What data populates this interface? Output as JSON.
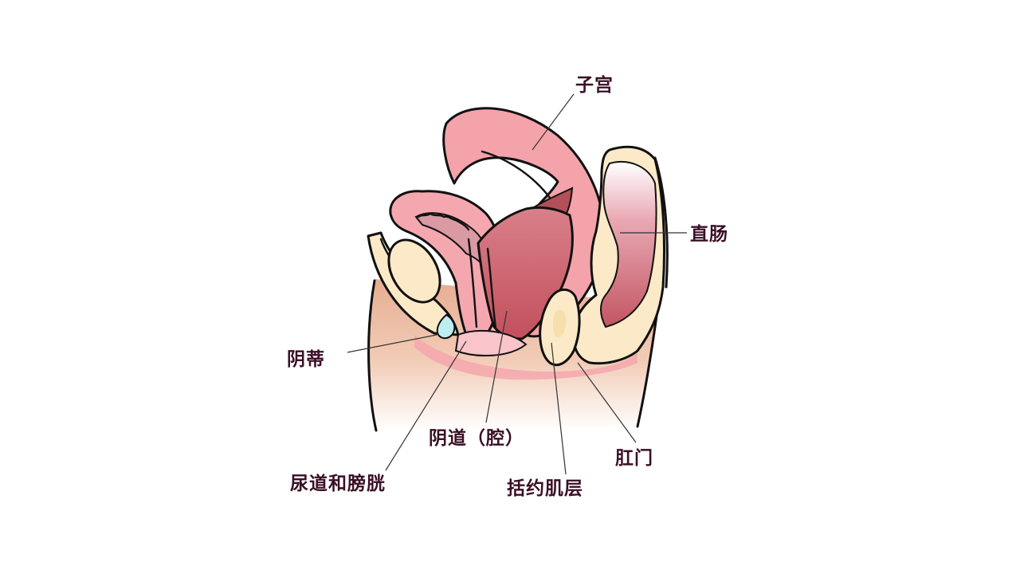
{
  "diagram": {
    "labels": {
      "uterus": "子宫",
      "rectum": "直肠",
      "clitoris": "阴蒂",
      "vagina": "阴道（腔）",
      "urethra_bladder": "尿道和膀胱",
      "sphincter": "括约肌层",
      "anus": "肛门"
    },
    "colors": {
      "skin_top": "#e8b49a",
      "skin_bottom": "#ffffff",
      "pink_outer": "#f5a7b0",
      "pink_inner": "#d9737d",
      "dark_cavity": "#b24f58",
      "cream": "#fbe9c8",
      "outline": "#111111",
      "label_text": "#3a0f25",
      "clitoris_blue": "#bdeef2"
    }
  }
}
